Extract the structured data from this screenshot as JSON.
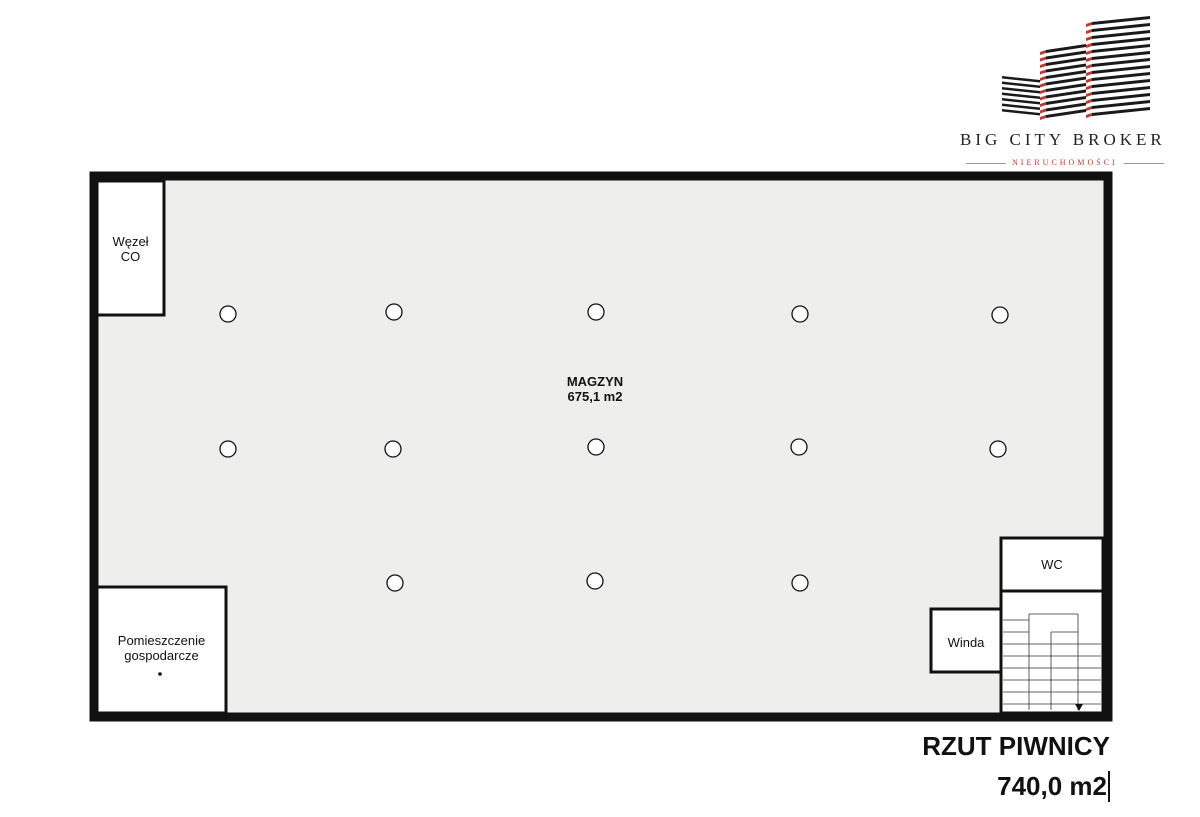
{
  "logo": {
    "brand": "BIG CITY BROKER",
    "sub": "NIERUCHOMOŚCI",
    "colors": {
      "dark": "#1a1a1a",
      "accent": "#c0392b"
    }
  },
  "rooms": {
    "wezel": {
      "line1": "Węzeł",
      "line2": "CO"
    },
    "magazyn": {
      "name": "MAGZYN",
      "area": "675,1 m2"
    },
    "pomieszczenie": {
      "line1": "Pomieszczenie",
      "line2": "gospodarcze"
    },
    "wc": {
      "name": "WC"
    },
    "winda": {
      "name": "Winda"
    }
  },
  "plan": {
    "title": "RZUT PIWNICY",
    "area": "740,0 m2"
  },
  "colors": {
    "floor": "#eeeeec",
    "wall": "#111111"
  }
}
